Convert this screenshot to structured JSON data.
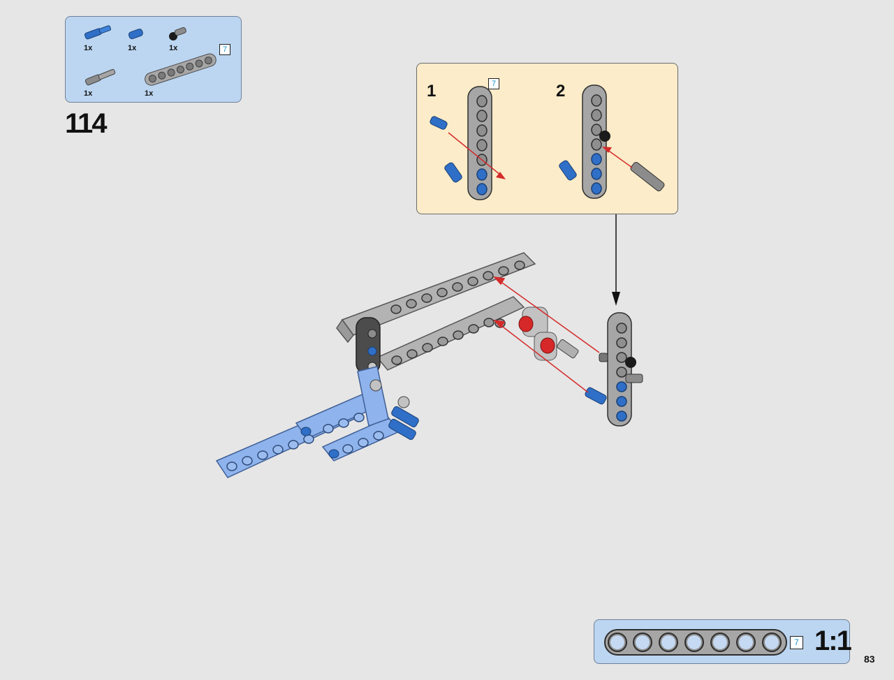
{
  "parts_list": {
    "items": [
      {
        "name": "blue-axle-pin",
        "qty": "1x"
      },
      {
        "name": "blue-pin",
        "qty": "1x"
      },
      {
        "name": "black-ball-pin",
        "qty": "1x"
      },
      {
        "name": "gray-axle-pin",
        "qty": "1x"
      },
      {
        "name": "gray-beam-7",
        "qty": "1x"
      }
    ],
    "beam_length_badge": "7"
  },
  "step": {
    "number": "114"
  },
  "callout": {
    "beam_length_badge": "7",
    "substeps": [
      {
        "label": "1"
      },
      {
        "label": "2"
      }
    ]
  },
  "scale": {
    "beam_length_badge": "7",
    "label": "1:1"
  },
  "page": {
    "number": "83"
  },
  "colors": {
    "parts_bg": "#bcd6f1",
    "callout_bg": "#fcecc9",
    "page_bg": "#e6e6e6",
    "assembly_arrow": "#d42b2b",
    "badge_text": "#1696c8"
  }
}
